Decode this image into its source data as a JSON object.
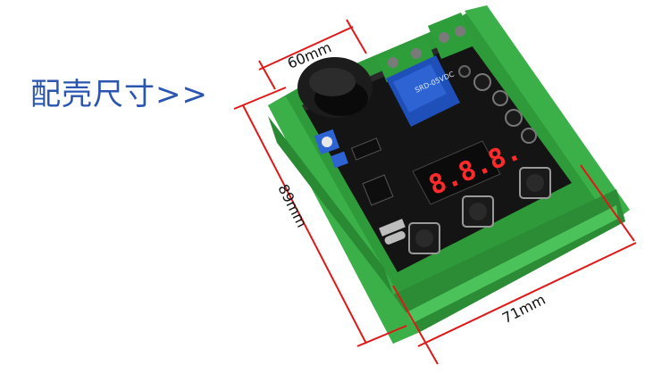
{
  "heading": "配壳尺寸>>",
  "dimensions": {
    "top_width": "60mm",
    "side_height": "89mm",
    "bottom_length": "71mm"
  },
  "display": {
    "digits": "8.8.8."
  },
  "colors": {
    "heading": "#2a55b0",
    "dimension_line": "#e01818",
    "housing_green": "#2f9a3a",
    "pcb_black": "#141414",
    "relay_blue": "#1f4fb8",
    "display_red": "#ff2a2a"
  }
}
